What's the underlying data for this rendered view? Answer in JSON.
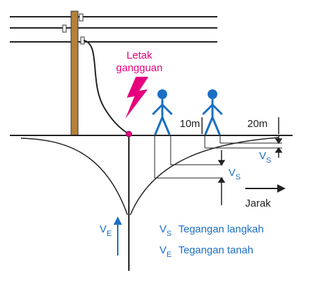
{
  "fault_label": {
    "line1": "Letak",
    "line2": "gangguan"
  },
  "distance_markers": {
    "near": "10m",
    "far": "20m"
  },
  "axis_label": "Jarak",
  "vs_marks": {
    "small": {
      "v": "V",
      "s": "S"
    },
    "large": {
      "v": "V",
      "s": "S"
    }
  },
  "ve_mark": {
    "v": "V",
    "s": "E"
  },
  "legend": [
    {
      "sym": "V",
      "sub": "S",
      "text": "Tegangan langkah"
    },
    {
      "sym": "V",
      "sub": "E",
      "text": "Tegangan tanah"
    }
  ],
  "colors": {
    "fault": "#e6007e",
    "person": "#1a6fc4",
    "text_blue": "#1a6fc4",
    "pole": "#b5803a"
  }
}
